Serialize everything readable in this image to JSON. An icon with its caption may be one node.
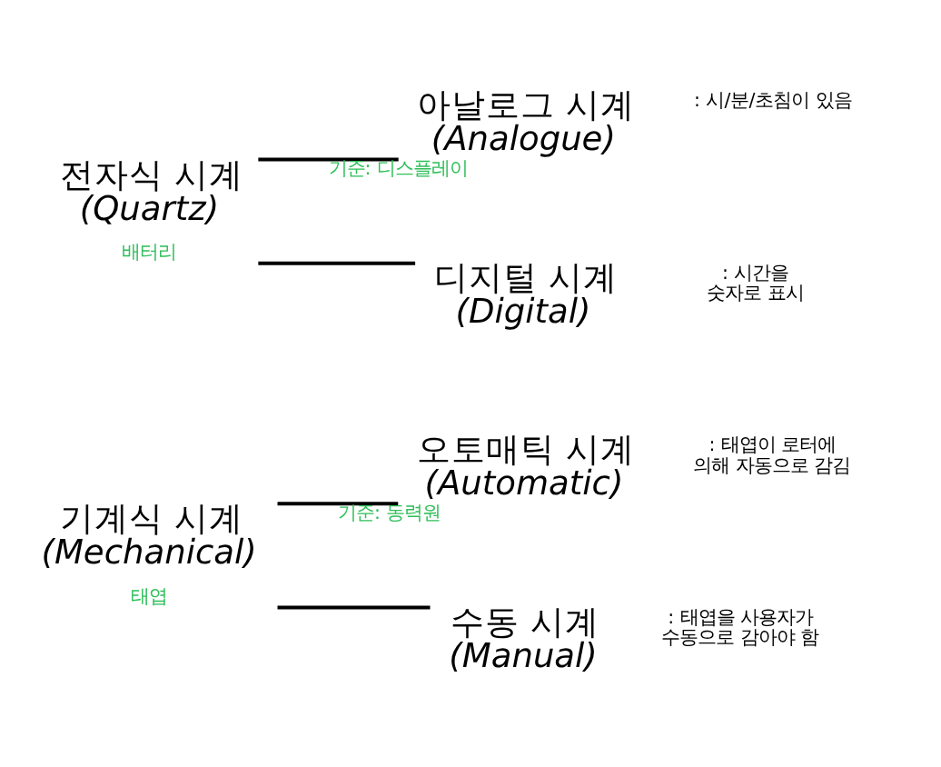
{
  "diagram": {
    "nodes": [
      {
        "text": [
          "기계식 시계",
          "(Mechanical)"
        ],
        "beside": [
          "태엽"
        ]
      },
      {
        "text": [
          "오토매틱 시계",
          "(Automatic)"
        ],
        "beside": [
          ": 태엽이 로터에 의해 자동으로 감김"
        ]
      },
      {
        "text": [
          "수동 시계",
          "(Manual)"
        ],
        "beside": [
          ": 태엽을 사용자가 수동으로 감아야 함"
        ]
      },
      {
        "text": [
          "전자식 시계",
          "(Quartz)"
        ],
        "beside": [
          "배터리"
        ]
      },
      {
        "text": [
          "아날로그 시계",
          "(Analogue)"
        ],
        "beside": [
          ": 시/분/초침이 있음"
        ]
      },
      {
        "text": [
          "디지털 시계",
          "(Digital)"
        ],
        "beside": [
          ": 시간을 숫자로 표시"
        ]
      }
    ],
    "edges": [
      {
        "from": 0,
        "to": 1,
        "arrow": "none",
        "label": "기준: 동력원"
      },
      {
        "from": 0,
        "to": 2,
        "arrow": "none"
      },
      {
        "from": 3,
        "to": 4,
        "arrow": "none",
        "label": "기준: 디스플레이"
      },
      {
        "from": 3,
        "to": 5,
        "arrow": "none"
      }
    ]
  }
}
